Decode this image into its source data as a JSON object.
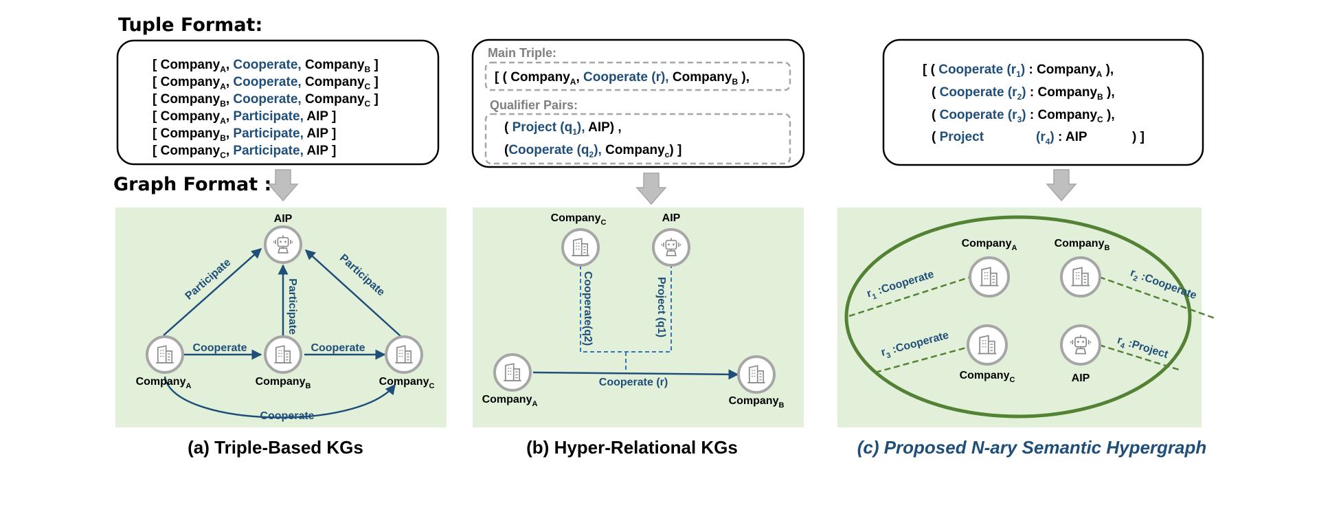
{
  "colors": {
    "blue": "#1f4e79",
    "black": "#000000",
    "gray_text": "#7f7f7f",
    "panel_green": "#e2f0d9",
    "hyper_green": "#548235",
    "node_ring": "#a6a6a6",
    "arrow_gray": "#bfbfbf"
  },
  "icons": {
    "company": "building-icon",
    "aip": "robot-icon"
  },
  "headings": {
    "tuple_format": "Tuple Format:",
    "graph_format": "Graph Format :"
  },
  "panel_a": {
    "triples": [
      {
        "open": "[ ",
        "h": "Company",
        "hs": "A",
        "sep1": ", ",
        "rel": "Cooperate,",
        "t": " Company",
        "ts": "B",
        "close": " ]"
      },
      {
        "open": "[ ",
        "h": "Company",
        "hs": "A",
        "sep1": ", ",
        "rel": "Cooperate,",
        "t": " Company",
        "ts": "C",
        "close": " ]"
      },
      {
        "open": "[ ",
        "h": "Company",
        "hs": "B",
        "sep1": ", ",
        "rel": "Cooperate,",
        "t": " Company",
        "ts": "C",
        "close": " ]"
      },
      {
        "open": "[ ",
        "h": "Company",
        "hs": "A",
        "sep1": ", ",
        "rel": "Participate,",
        "t": " AIP",
        "ts": "",
        "close": " ]"
      },
      {
        "open": "[ ",
        "h": "Company",
        "hs": "B",
        "sep1": ", ",
        "rel": "Participate,",
        "t": " AIP",
        "ts": "",
        "close": " ]"
      },
      {
        "open": "[ ",
        "h": "Company",
        "hs": "C",
        "sep1": ", ",
        "rel": "Participate,",
        "t": " AIP",
        "ts": "",
        "close": " ]"
      }
    ],
    "nodes": {
      "aip": "AIP",
      "company": "Company",
      "sub_a": "A",
      "sub_b": "B",
      "sub_c": "C"
    },
    "edges": {
      "participate": "Participate",
      "cooperate": "Cooperate"
    },
    "caption": "(a) Triple-Based KGs"
  },
  "panel_b": {
    "main_triple_label": "Main Triple:",
    "main_triple": {
      "open": "[ ( Company",
      "sub": "A",
      "sep": ", ",
      "rel": "Cooperate (r),",
      "t": " Company",
      "ts": "B",
      "close": " ),"
    },
    "qualifier_label": "Qualifier Pairs:",
    "qualifier_1": {
      "open": "( ",
      "rel": "Project (q",
      "sub": "1",
      "rel_end": "),",
      "val": " AIP) ,"
    },
    "qualifier_2": {
      "open": "(",
      "rel": "Cooperate (q",
      "sub": "2",
      "rel_end": "),",
      "val": " Company",
      "val_sub": "c",
      "close": ") ]"
    },
    "nodes": {
      "company": "Company",
      "aip": "AIP",
      "sub_a": "A",
      "sub_b": "B",
      "sub_c": "C"
    },
    "edges": {
      "main": "Cooperate (r)",
      "q1": "Project (q1)",
      "q2": "Cooperate(q2)"
    },
    "caption": "(b) Hyper-Relational KGs"
  },
  "panel_c": {
    "tuple_lines": [
      {
        "open": "[ ( ",
        "rel": "Cooperate (r",
        "sub": "1",
        "rel_end": ")",
        "colon": " : Company",
        "val_sub": "A",
        "close": " ),"
      },
      {
        "open": "( ",
        "rel": "Cooperate (r",
        "sub": "2",
        "rel_end": ")",
        "colon": " : Company",
        "val_sub": "B",
        "close": " ),"
      },
      {
        "open": "( ",
        "rel": "Cooperate (r",
        "sub": "3",
        "rel_end": ")",
        "colon": " : Company",
        "val_sub": "C",
        "close": " ),"
      },
      {
        "open": "( ",
        "rel": "Project",
        "rel2": "(r",
        "sub": "4",
        "rel_end": ")",
        "colon": " : AIP",
        "val_sub": "",
        "close": ") ]"
      }
    ],
    "nodes": {
      "company": "Company",
      "aip": "AIP",
      "sub_a": "A",
      "sub_b": "B",
      "sub_c": "C"
    },
    "roles": {
      "r1": {
        "r": "r",
        "sub": "1",
        "label": " :Cooperate"
      },
      "r2": {
        "r": "r",
        "sub": "2",
        "label": " :Cooperate"
      },
      "r3": {
        "r": "r",
        "sub": "3",
        "label": " :Cooperate"
      },
      "r4": {
        "r": "r",
        "sub": "4",
        "label": " :Project"
      }
    },
    "caption": "(c) Proposed N-ary Semantic Hypergraph"
  }
}
